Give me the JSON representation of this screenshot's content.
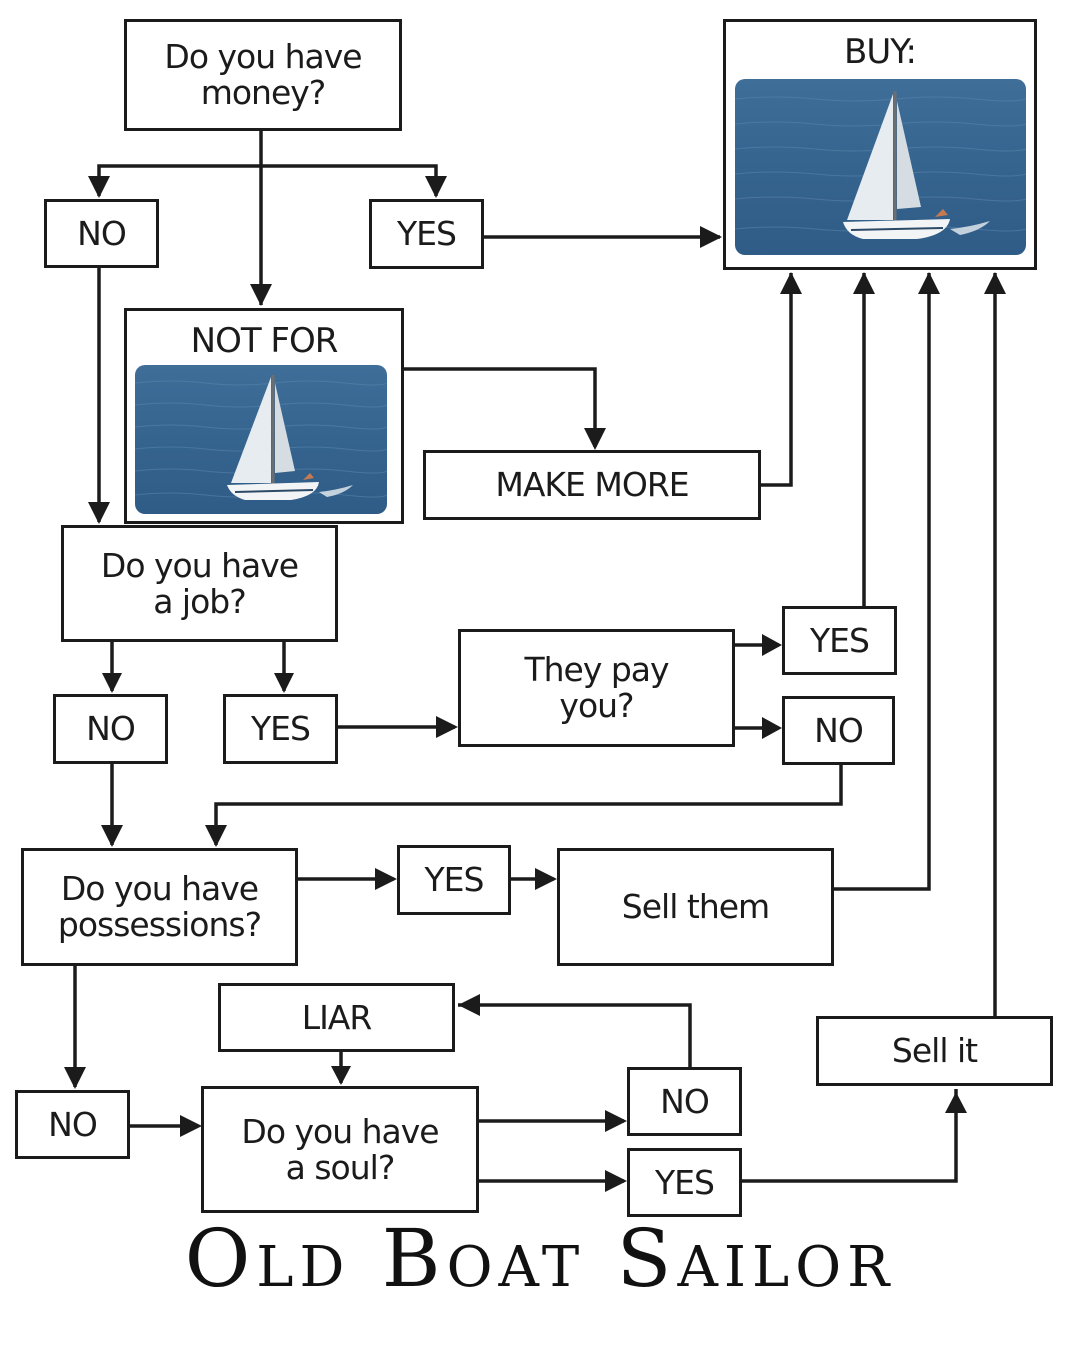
{
  "colors": {
    "line": "#1b1b1b",
    "sea": "#35648f",
    "background": "#ffffff"
  },
  "nodes": {
    "money_q": "Do you have\nmoney?",
    "money_no": "NO",
    "money_yes": "YES",
    "buy_title": "BUY:",
    "buy_image": "sailboat-photo",
    "not_for_title": "NOT FOR",
    "not_for_image": "sailboat-photo",
    "make_more": "MAKE MORE",
    "job_q": "Do you have\na job?",
    "job_no": "NO",
    "job_yes": "YES",
    "pay_q": "They pay\nyou?",
    "pay_yes": "YES",
    "pay_no": "NO",
    "possessions_q": "Do you have\npossessions?",
    "possessions_yes": "YES",
    "sell_them": "Sell them",
    "liar": "LIAR",
    "sell_it": "Sell it",
    "possessions_no": "NO",
    "soul_q": "Do you have\na soul?",
    "soul_no": "NO",
    "soul_yes": "YES"
  },
  "edges": [
    {
      "from": "money_q",
      "to": "money_no"
    },
    {
      "from": "money_q",
      "to": "money_yes"
    },
    {
      "from": "money_q",
      "to": "not_for"
    },
    {
      "from": "money_yes",
      "to": "buy"
    },
    {
      "from": "money_no",
      "to": "job_q"
    },
    {
      "from": "not_for",
      "to": "make_more"
    },
    {
      "from": "make_more",
      "to": "buy"
    },
    {
      "from": "job_q",
      "to": "job_no"
    },
    {
      "from": "job_q",
      "to": "job_yes"
    },
    {
      "from": "job_yes",
      "to": "pay_q"
    },
    {
      "from": "pay_q",
      "to": "pay_yes"
    },
    {
      "from": "pay_q",
      "to": "pay_no"
    },
    {
      "from": "pay_yes",
      "to": "buy"
    },
    {
      "from": "pay_no",
      "to": "possessions_q"
    },
    {
      "from": "job_no",
      "to": "possessions_q"
    },
    {
      "from": "possessions_q",
      "to": "possessions_yes"
    },
    {
      "from": "possessions_yes",
      "to": "sell_them"
    },
    {
      "from": "sell_them",
      "to": "buy"
    },
    {
      "from": "possessions_q",
      "to": "possessions_no"
    },
    {
      "from": "possessions_no",
      "to": "soul_q"
    },
    {
      "from": "liar",
      "to": "soul_q"
    },
    {
      "from": "soul_q",
      "to": "soul_no"
    },
    {
      "from": "soul_q",
      "to": "soul_yes"
    },
    {
      "from": "soul_no",
      "to": "liar"
    },
    {
      "from": "soul_yes",
      "to": "sell_it"
    },
    {
      "from": "sell_it",
      "to": "buy"
    }
  ],
  "footer": {
    "brand": "Old Boat Sailor"
  }
}
